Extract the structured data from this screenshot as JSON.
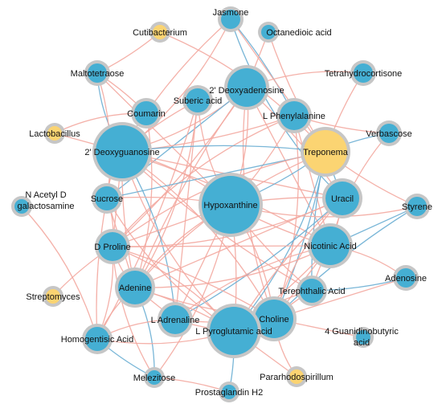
{
  "colors": {
    "positive_edge": "#f3a9a0",
    "negative_edge": "#6aaed3",
    "node_ring": "#c6c6c6",
    "metabolite": "#45afd3",
    "microbe": "#fbd472"
  },
  "nodes": [
    {
      "id": "jasmone",
      "label": "Jasmone",
      "kind": "metabolite",
      "degree": 2
    },
    {
      "id": "cutibacterium",
      "label": "Cutibacterium",
      "kind": "microbe",
      "degree": 1
    },
    {
      "id": "octanedioic",
      "label": "Octanedioic acid",
      "kind": "metabolite",
      "degree": 1
    },
    {
      "id": "maltotetraose",
      "label": "Maltotetraose",
      "kind": "metabolite",
      "degree": 2
    },
    {
      "id": "tetrahydrocortisone",
      "label": "Tetrahydrocortisone",
      "kind": "metabolite",
      "degree": 2
    },
    {
      "id": "deoxyadenosine",
      "label": "2' Deoxyadenosine",
      "kind": "metabolite",
      "degree": 6
    },
    {
      "id": "suberic",
      "label": "Suberic acid",
      "kind": "metabolite",
      "degree": 3
    },
    {
      "id": "coumarin",
      "label": "Coumarin",
      "kind": "metabolite",
      "degree": 3
    },
    {
      "id": "lphenylalanine",
      "label": "L Phenylalanine",
      "kind": "metabolite",
      "degree": 4
    },
    {
      "id": "lactobacillus",
      "label": "Lactobacillus",
      "kind": "microbe",
      "degree": 1
    },
    {
      "id": "verbascose",
      "label": "Verbascose",
      "kind": "metabolite",
      "degree": 2
    },
    {
      "id": "deoxyguanosine",
      "label": "2' Deoxyguanosine",
      "kind": "metabolite",
      "degree": 9
    },
    {
      "id": "treponema",
      "label": "Treponema",
      "kind": "microbe",
      "degree": 7
    },
    {
      "id": "nacetyl",
      "label": "N Acetyl D galactosamine",
      "kind": "metabolite",
      "degree": 1
    },
    {
      "id": "sucrose",
      "label": "Sucrose",
      "kind": "metabolite",
      "degree": 3
    },
    {
      "id": "hypoxanthine",
      "label": "Hypoxanthine",
      "kind": "metabolite",
      "degree": 10
    },
    {
      "id": "uracil",
      "label": "Uracil",
      "kind": "metabolite",
      "degree": 5
    },
    {
      "id": "styrene",
      "label": "Styrene",
      "kind": "metabolite",
      "degree": 2
    },
    {
      "id": "dproline",
      "label": "D Proline",
      "kind": "metabolite",
      "degree": 4
    },
    {
      "id": "nicotinic",
      "label": "Nicotinic Acid",
      "kind": "metabolite",
      "degree": 6
    },
    {
      "id": "streptomyces",
      "label": "Streptomyces",
      "kind": "microbe",
      "degree": 1
    },
    {
      "id": "adenine",
      "label": "Adenine",
      "kind": "metabolite",
      "degree": 5
    },
    {
      "id": "adenosine",
      "label": "Adenosine",
      "kind": "metabolite",
      "degree": 2
    },
    {
      "id": "terephthalic",
      "label": "Terephthalic Acid",
      "kind": "metabolite",
      "degree": 3
    },
    {
      "id": "choline",
      "label": "Choline",
      "kind": "metabolite",
      "degree": 6
    },
    {
      "id": "ladrenaline",
      "label": "L Adrenaline",
      "kind": "metabolite",
      "degree": 4
    },
    {
      "id": "lpyroglutamic",
      "label": "L Pyroglutamic acid",
      "kind": "metabolite",
      "degree": 8
    },
    {
      "id": "guanidinobutyric",
      "label": "4 Guanidinobutyric acid",
      "kind": "metabolite",
      "degree": 1
    },
    {
      "id": "homogentisic",
      "label": "Homogentisic Acid",
      "kind": "metabolite",
      "degree": 3
    },
    {
      "id": "melezitose",
      "label": "Melezitose",
      "kind": "metabolite",
      "degree": 1
    },
    {
      "id": "pararhodospirillum",
      "label": "Pararhodospirillum",
      "kind": "microbe",
      "degree": 1
    },
    {
      "id": "prostaglandin",
      "label": "Prostaglandin H2",
      "kind": "metabolite",
      "degree": 1
    }
  ],
  "edges": [
    [
      "jasmone",
      "deoxyguanosine",
      "positive"
    ],
    [
      "jasmone",
      "lphenylalanine",
      "negative"
    ],
    [
      "jasmone",
      "treponema",
      "positive"
    ],
    [
      "jasmone",
      "coumarin",
      "positive"
    ],
    [
      "jasmone",
      "uracil",
      "negative"
    ],
    [
      "cutibacterium",
      "treponema",
      "positive"
    ],
    [
      "cutibacterium",
      "maltotetraose",
      "positive"
    ],
    [
      "octanedioic",
      "deoxyadenosine",
      "positive"
    ],
    [
      "octanedioic",
      "treponema",
      "positive"
    ],
    [
      "maltotetraose",
      "deoxyguanosine",
      "negative"
    ],
    [
      "maltotetraose",
      "sucrose",
      "positive"
    ],
    [
      "maltotetraose",
      "coumarin",
      "positive"
    ],
    [
      "maltotetraose",
      "hypoxanthine",
      "positive"
    ],
    [
      "tetrahydrocortisone",
      "treponema",
      "positive"
    ],
    [
      "tetrahydrocortisone",
      "deoxyadenosine",
      "positive"
    ],
    [
      "deoxyadenosine",
      "hypoxanthine",
      "positive"
    ],
    [
      "deoxyadenosine",
      "dproline",
      "positive"
    ],
    [
      "deoxyadenosine",
      "nicotinic",
      "positive"
    ],
    [
      "deoxyadenosine",
      "adenine",
      "positive"
    ],
    [
      "deoxyadenosine",
      "choline",
      "positive"
    ],
    [
      "deoxyadenosine",
      "deoxyguanosine",
      "positive"
    ],
    [
      "deoxyadenosine",
      "uracil",
      "positive"
    ],
    [
      "deoxyadenosine",
      "sucrose",
      "negative"
    ],
    [
      "suberic",
      "deoxyguanosine",
      "positive"
    ],
    [
      "suberic",
      "hypoxanthine",
      "positive"
    ],
    [
      "suberic",
      "adenine",
      "positive"
    ],
    [
      "suberic",
      "homogentisic",
      "positive"
    ],
    [
      "suberic",
      "ladrenaline",
      "positive"
    ],
    [
      "coumarin",
      "deoxyguanosine",
      "positive"
    ],
    [
      "coumarin",
      "lactobacillus",
      "positive"
    ],
    [
      "coumarin",
      "adenine",
      "positive"
    ],
    [
      "lphenylalanine",
      "hypoxanthine",
      "positive"
    ],
    [
      "lphenylalanine",
      "nicotinic",
      "positive"
    ],
    [
      "lphenylalanine",
      "verbascose",
      "positive"
    ],
    [
      "lphenylalanine",
      "dproline",
      "positive"
    ],
    [
      "lphenylalanine",
      "choline",
      "positive"
    ],
    [
      "lphenylalanine",
      "deoxyguanosine",
      "positive"
    ],
    [
      "lactobacillus",
      "deoxyguanosine",
      "positive"
    ],
    [
      "verbascose",
      "treponema",
      "negative"
    ],
    [
      "verbascose",
      "nicotinic",
      "positive"
    ],
    [
      "deoxyguanosine",
      "hypoxanthine",
      "positive"
    ],
    [
      "deoxyguanosine",
      "treponema",
      "negative"
    ],
    [
      "deoxyguanosine",
      "uracil",
      "positive"
    ],
    [
      "deoxyguanosine",
      "adenine",
      "positive"
    ],
    [
      "deoxyguanosine",
      "lpyroglutamic",
      "positive"
    ],
    [
      "deoxyguanosine",
      "choline",
      "positive"
    ],
    [
      "deoxyguanosine",
      "nicotinic",
      "positive"
    ],
    [
      "deoxyguanosine",
      "dproline",
      "positive"
    ],
    [
      "deoxyguanosine",
      "terephthalic",
      "positive"
    ],
    [
      "deoxyguanosine",
      "sucrose",
      "positive"
    ],
    [
      "deoxyguanosine",
      "ladrenaline",
      "negative"
    ],
    [
      "treponema",
      "hypoxanthine",
      "negative"
    ],
    [
      "treponema",
      "uracil",
      "negative"
    ],
    [
      "treponema",
      "styrene",
      "positive"
    ],
    [
      "treponema",
      "adenine",
      "positive"
    ],
    [
      "treponema",
      "lpyroglutamic",
      "negative"
    ],
    [
      "treponema",
      "choline",
      "negative"
    ],
    [
      "treponema",
      "sucrose",
      "negative"
    ],
    [
      "treponema",
      "terephthalic",
      "negative"
    ],
    [
      "treponema",
      "dproline",
      "positive"
    ],
    [
      "nacetyl",
      "homogentisic",
      "positive"
    ],
    [
      "sucrose",
      "hypoxanthine",
      "positive"
    ],
    [
      "sucrose",
      "adenine",
      "positive"
    ],
    [
      "sucrose",
      "homogentisic",
      "positive"
    ],
    [
      "sucrose",
      "lpyroglutamic",
      "positive"
    ],
    [
      "sucrose",
      "dproline",
      "positive"
    ],
    [
      "hypoxanthine",
      "uracil",
      "positive"
    ],
    [
      "hypoxanthine",
      "dproline",
      "positive"
    ],
    [
      "hypoxanthine",
      "nicotinic",
      "positive"
    ],
    [
      "hypoxanthine",
      "adenine",
      "positive"
    ],
    [
      "hypoxanthine",
      "choline",
      "positive"
    ],
    [
      "hypoxanthine",
      "lpyroglutamic",
      "positive"
    ],
    [
      "hypoxanthine",
      "ladrenaline",
      "positive"
    ],
    [
      "hypoxanthine",
      "terephthalic",
      "positive"
    ],
    [
      "hypoxanthine",
      "styrene",
      "positive"
    ],
    [
      "hypoxanthine",
      "melezitose",
      "positive"
    ],
    [
      "uracil",
      "nicotinic",
      "positive"
    ],
    [
      "uracil",
      "adenine",
      "positive"
    ],
    [
      "uracil",
      "lpyroglutamic",
      "positive"
    ],
    [
      "uracil",
      "choline",
      "positive"
    ],
    [
      "uracil",
      "dproline",
      "positive"
    ],
    [
      "uracil",
      "ladrenaline",
      "negative"
    ],
    [
      "styrene",
      "nicotinic",
      "negative"
    ],
    [
      "styrene",
      "choline",
      "negative"
    ],
    [
      "dproline",
      "adenine",
      "positive"
    ],
    [
      "dproline",
      "lpyroglutamic",
      "positive"
    ],
    [
      "dproline",
      "choline",
      "positive"
    ],
    [
      "dproline",
      "nicotinic",
      "positive"
    ],
    [
      "dproline",
      "streptomyces",
      "positive"
    ],
    [
      "dproline",
      "melezitose",
      "positive"
    ],
    [
      "nicotinic",
      "adenine",
      "positive"
    ],
    [
      "nicotinic",
      "lpyroglutamic",
      "positive"
    ],
    [
      "nicotinic",
      "choline",
      "positive"
    ],
    [
      "nicotinic",
      "terephthalic",
      "positive"
    ],
    [
      "nicotinic",
      "ladrenaline",
      "positive"
    ],
    [
      "nicotinic",
      "adenosine",
      "positive"
    ],
    [
      "adenine",
      "lpyroglutamic",
      "positive"
    ],
    [
      "adenine",
      "ladrenaline",
      "positive"
    ],
    [
      "adenine",
      "choline",
      "positive"
    ],
    [
      "adenine",
      "homogentisic",
      "positive"
    ],
    [
      "adenine",
      "melezitose",
      "negative"
    ],
    [
      "adenosine",
      "terephthalic",
      "negative"
    ],
    [
      "adenosine",
      "choline",
      "positive"
    ],
    [
      "terephthalic",
      "choline",
      "positive"
    ],
    [
      "terephthalic",
      "lpyroglutamic",
      "positive"
    ],
    [
      "choline",
      "lpyroglutamic",
      "positive"
    ],
    [
      "choline",
      "ladrenaline",
      "positive"
    ],
    [
      "choline",
      "guanidinobutyric",
      "positive"
    ],
    [
      "ladrenaline",
      "lpyroglutamic",
      "positive"
    ],
    [
      "ladrenaline",
      "homogentisic",
      "positive"
    ],
    [
      "lpyroglutamic",
      "homogentisic",
      "positive"
    ],
    [
      "lpyroglutamic",
      "prostaglandin",
      "negative"
    ],
    [
      "lpyroglutamic",
      "pararhodospirillum",
      "positive"
    ],
    [
      "homogentisic",
      "melezitose",
      "negative"
    ],
    [
      "homogentisic",
      "dproline",
      "positive"
    ],
    [
      "pararhodospirillum",
      "choline",
      "positive"
    ],
    [
      "melezitose",
      "prostaglandin",
      "positive"
    ]
  ]
}
